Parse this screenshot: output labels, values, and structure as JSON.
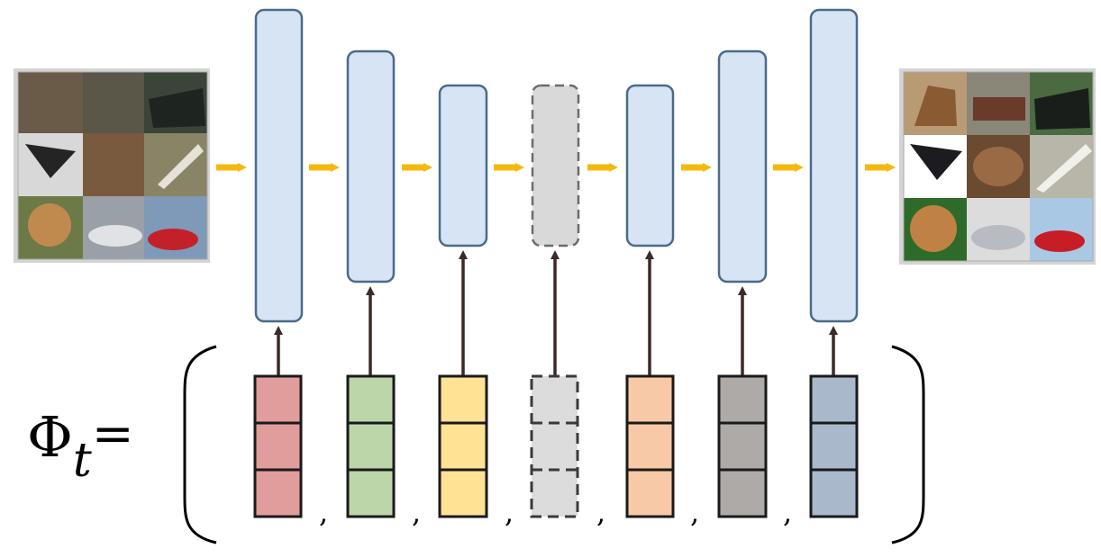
{
  "formula": {
    "symbol": "Φ",
    "subscript": "t",
    "equals": "="
  },
  "separator": ",",
  "colors": {
    "block_fill": "#d6e4f3",
    "block_stroke": "#4a6a8c",
    "skipped_fill": "#d9d9d9",
    "skipped_stroke": "#6b6b6b",
    "flow_arrow": "#f5b80c",
    "connector": "#3b2a27",
    "vector_stroke": "#1a1a1a"
  },
  "blocks": [
    {
      "id": "block-1",
      "skipped": false
    },
    {
      "id": "block-2",
      "skipped": false
    },
    {
      "id": "block-3",
      "skipped": false
    },
    {
      "id": "block-4",
      "skipped": true
    },
    {
      "id": "block-5",
      "skipped": false
    },
    {
      "id": "block-6",
      "skipped": false
    },
    {
      "id": "block-7",
      "skipped": false
    }
  ],
  "vectors": [
    {
      "id": "vector-1",
      "color": "#e19c9c",
      "skipped": false
    },
    {
      "id": "vector-2",
      "color": "#bcd6a9",
      "skipped": false
    },
    {
      "id": "vector-3",
      "color": "#ffe294",
      "skipped": false
    },
    {
      "id": "vector-4",
      "color": "#dcdcdc",
      "skipped": true
    },
    {
      "id": "vector-5",
      "color": "#f7c9a7",
      "skipped": false
    },
    {
      "id": "vector-6",
      "color": "#aeaaa8",
      "skipped": false
    },
    {
      "id": "vector-7",
      "color": "#aab8cb",
      "skipped": false
    }
  ],
  "images": {
    "input": "noisy-image-grid",
    "output": "denoised-image-grid"
  }
}
